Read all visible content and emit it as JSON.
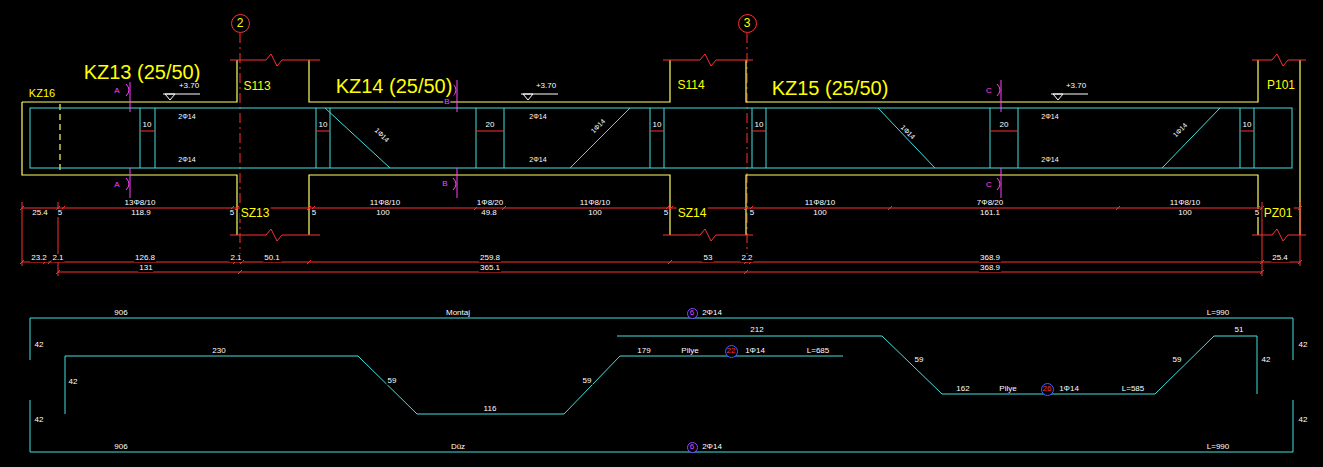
{
  "diagram": {
    "nodes": [
      {
        "text": [
          "2"
        ]
      },
      {
        "text": [
          "3"
        ]
      },
      {
        "text": [
          "6"
        ]
      },
      {
        "text": [
          "22"
        ]
      },
      {
        "text": [
          "26"
        ]
      },
      {
        "text": [
          "6"
        ]
      }
    ],
    "labels": [
      "KZ13 (25/50)",
      "KZ16",
      "+3.70",
      "S113",
      "KZ14 (25/50)",
      "+3.70",
      "S114",
      "KZ15 (25/50)",
      "+3.70",
      "P101",
      "A",
      "B",
      "C",
      "A",
      "B",
      "C",
      "10",
      "2Φ14",
      "2Φ14",
      "10",
      "1Φ14",
      "20",
      "2Φ14",
      "2Φ14",
      "1Φ14",
      "10",
      "10",
      "1Φ14",
      "20",
      "2Φ14",
      "2Φ14",
      "1Φ14",
      "10",
      "SZ13",
      "SZ14",
      "PZ01",
      "13Φ8/10",
      "11Φ8/10",
      "1Φ8/20",
      "11Φ8/10",
      "11Φ8/10",
      "7Φ8/20",
      "11Φ8/10",
      "25.4",
      "5",
      "118.9",
      "5",
      "5",
      "100",
      "49.8",
      "100",
      "5",
      "5",
      "100",
      "161.1",
      "100",
      "5",
      "23.2",
      "2.1",
      "126.8",
      "2.1",
      "50.1",
      "259.8",
      "53",
      "2.2",
      "368.9",
      "25.4",
      "131",
      "365.1",
      "368.9",
      "906",
      "Montaj",
      "2Φ14",
      "L=990",
      "42",
      "42",
      "230",
      "42",
      "59",
      "116",
      "59",
      "212",
      "179",
      "Pilye",
      "1Φ14",
      "L=685",
      "59",
      "162",
      "Pilye",
      "1Φ14",
      "L=585",
      "59",
      "51",
      "42",
      "42",
      "42",
      "906",
      "Düz",
      "2Φ14",
      "L=990"
    ]
  }
}
